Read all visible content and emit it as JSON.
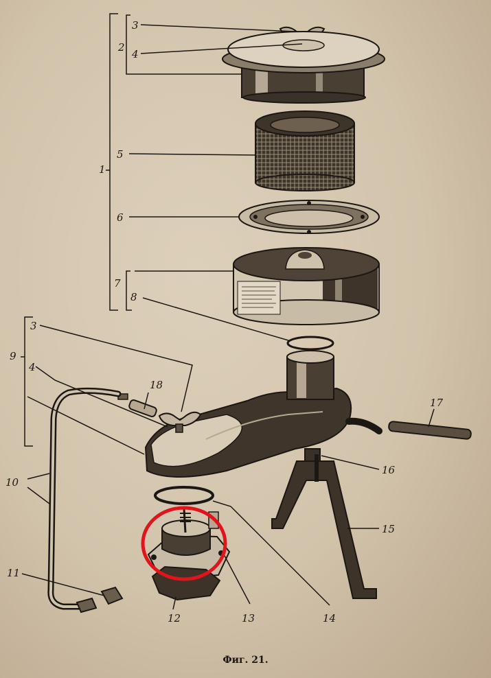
{
  "figure": {
    "caption": "Фиг. 21.",
    "labels": {
      "l1": "1",
      "l2": "2",
      "l3a": "3",
      "l4a": "4",
      "l5": "5",
      "l6": "6",
      "l7": "7",
      "l8": "8",
      "l9": "9",
      "l3b": "3",
      "l4b": "4",
      "l18": "18",
      "l17": "17",
      "l10": "10",
      "l16": "16",
      "l15": "15",
      "l11": "11",
      "l12": "12",
      "l13": "13",
      "l14": "14"
    },
    "highlight_color": "#e0141c",
    "ink_color": "#1c1712"
  }
}
